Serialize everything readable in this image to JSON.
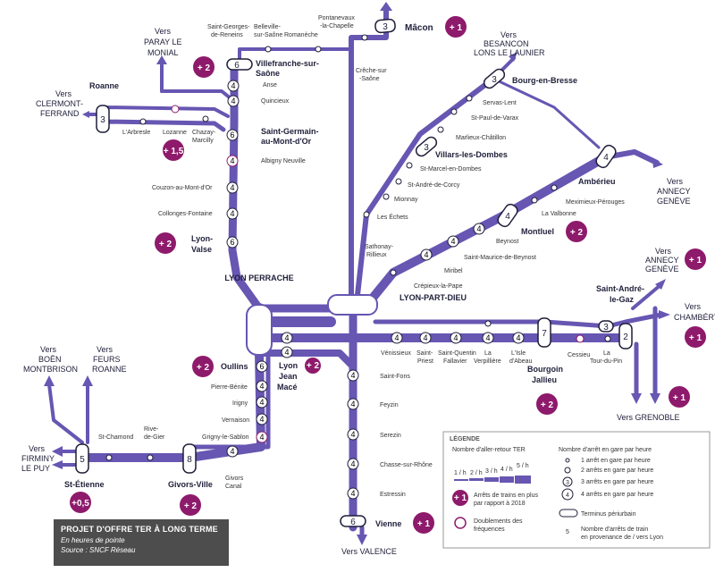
{
  "colors": {
    "line": "#6756b2",
    "badge": "#8e1a6b",
    "accent": "#8e1a6b"
  },
  "hubs": {
    "perrache": "LYON PERRACHE",
    "part_dieu": "LYON-PART-DIEU"
  },
  "stations": {
    "macon": "Mâcon",
    "villefranche_1": "Villefranche-sur-",
    "villefranche_2": "Saône",
    "anse": "Anse",
    "quincieux": "Quincieux",
    "st_germain_1": "Saint-Germain-",
    "st_germain_2": "au-Mont-d'Or",
    "albigny": "Albigny Neuville",
    "st_georges_1": "Saint-Georges-",
    "st_georges_2": "de-Reneins",
    "belleville_1": "Belleville-",
    "belleville_2": "sur-Saône",
    "romaneche": "Romanèche",
    "pont_1": "Pontanevaux",
    "pont_2": "-la-Chapelle",
    "creche_1": "Crêche-sur",
    "creche_2": "-Saône",
    "roanne": "Roanne",
    "larbresle": "L'Arbresle",
    "lozanne": "Lozanne",
    "chazay_1": "Chazay-",
    "chazay_2": "Marcilly",
    "couzon": "Couzon-au-Mont-d'Or",
    "collonges": "Collonges-Fontaine",
    "lyon_valse_1": "Lyon-",
    "lyon_valse_2": "Valse",
    "bourg": "Bourg-en-Bresse",
    "servas": "Servas-Lent",
    "st_paul": "St-Paul-de-Varax",
    "marlieux": "Marlieux-Châtillon",
    "villars": "Villars-les-Dombes",
    "st_marcel": "St-Marcel-en-Dombes",
    "st_andre_corcy": "St-André-de-Corcy",
    "mionnay": "Mionnay",
    "les_echets": "Les Échets",
    "sathonay_1": "Sathonay-",
    "sathonay_2": "Rillieux",
    "amberieu": "Ambérieu",
    "meximieux": "Meximieux-Pérouges",
    "valbonne": "La Valbonne",
    "montluel": "Montluel",
    "beynost": "Beynost",
    "st_maurice": "Saint-Maurice-de-Beynost",
    "miribel": "Miribel",
    "crepieux": "Crépieux-la-Pape",
    "st_andre_gaz_1": "Saint-André-",
    "st_andre_gaz_2": "le-Gaz",
    "venissieux": "Vénissieux",
    "st_priest_1": "Saint-",
    "st_priest_2": "Priest",
    "st_quentin_1": "Saint-Quentin",
    "st_quentin_2": "Fallavier",
    "verpilliere_1": "La",
    "verpilliere_2": "Verpillière",
    "isle_1": "L'Isle",
    "isle_2": "d'Abeau",
    "bourgoin_1": "Bourgoin",
    "bourgoin_2": "Jallieu",
    "cessieu": "Cessieu",
    "tour_pin_1": "La",
    "tour_pin_2": "Tour-du-Pin",
    "oullins": "Oullins",
    "lyon_jean_mace_1": "Lyon",
    "lyon_jean_mace_2": "Jean",
    "lyon_jean_mace_3": "Macé",
    "pierre_benite": "Pierre-Bénite",
    "irigny": "Irigny",
    "vernaison": "Vernaison",
    "grigny": "Grigny-le-Sablon",
    "givors_canal_1": "Givors",
    "givors_canal_2": "Canal",
    "givors_ville": "Givors-Ville",
    "rive_de_gier_1": "Rive-",
    "rive_de_gier_2": "de-Gier",
    "st_chamond": "St-Chamond",
    "st_etienne": "St-Étienne",
    "st_fons": "Saint-Fons",
    "feyzin": "Feyzin",
    "serezin": "Serezin",
    "chasse": "Chasse-sur-Rhône",
    "estressin": "Estressin",
    "vienne": "Vienne"
  },
  "directions": {
    "paray_1": "Vers",
    "paray_2": "PARAY LE",
    "paray_3": "MONIAL",
    "clermont_1": "Vers",
    "clermont_2": "CLERMONT-",
    "clermont_3": "FERRAND",
    "besancon_1": "Vers",
    "besancon_2": "BESANCON",
    "besancon_3": "LONS LE LAUNIER",
    "annecy1_1": "Vers",
    "annecy1_2": "ANNECY",
    "annecy1_3": "GENÈVE",
    "annecy2_1": "Vers",
    "annecy2_2": "ANNECY",
    "annecy2_3": "GENÈVE",
    "chambery_1": "Vers",
    "chambery_2": "CHAMBÉRY",
    "grenoble": "Vers GRENOBLE",
    "valence": "Vers VALENCE",
    "boen_1": "Vers",
    "boen_2": "BOËN",
    "boen_3": "MONTBRISON",
    "feurs_1": "Vers",
    "feurs_2": "FEURS",
    "feurs_3": "ROANNE",
    "firminy_1": "Vers",
    "firminy_2": "FIRMINY",
    "firminy_3": "LE PUY"
  },
  "badges": {
    "macon": "+ 1",
    "villefranche": "+ 2",
    "roanne": "+ 1,5",
    "valse": "+ 2",
    "montluel": "+ 2",
    "annecy": "+ 1",
    "chambery": "+ 1",
    "grenoble": "+ 1",
    "bourgoin": "+ 2",
    "oullins": "+ 2",
    "jean_mace": "+ 2",
    "givors": "+ 2",
    "st_etienne": "+0,5",
    "vienne": "+ 1"
  },
  "terminus_numbers": {
    "macon": "3",
    "villefranche": "6",
    "roanne": "3",
    "bourg": "3",
    "villars": "3",
    "amberieu": "4",
    "montluel": "4",
    "bourgoin": "7",
    "chambery": "3",
    "tour_pin": "2",
    "st_etienne": "5",
    "givors": "8",
    "vienne": "6"
  },
  "stop_numbers": {
    "n4": "4",
    "n6": "6"
  },
  "legend": {
    "title": "LÉGENDE",
    "freq_title": "Nombre d'aller-retour TER",
    "freq_ticks": [
      "1 / h",
      "2 / h",
      "3 / h",
      "4 / h",
      "5 / h"
    ],
    "plus_badge": "+ 1",
    "plus_text_1": "Arrêts de trains en plus",
    "plus_text_2": "par rapport à 2018",
    "double_text_1": "Doublements des",
    "double_text_2": "fréquences",
    "stops_title_1": "Nombre d'arrêt en gare par heure",
    "stops": [
      "1 arrêt en gare par heure",
      "2 arrêts en gare par heure",
      "3 arrêts en gare par heure",
      "4 arrêts en gare par heure"
    ],
    "stop3": "3",
    "stop4": "4",
    "terminus": "Terminus périurbain",
    "train_count_num": "5",
    "train_count_1": "Nombre d'arrêts de train",
    "train_count_2": "en provenance de / vers Lyon"
  },
  "info_box": {
    "title": "PROJET D'OFFRE TER À LONG TERME",
    "line1": "En heures de pointe",
    "line2": "Source : SNCF Réseau"
  }
}
